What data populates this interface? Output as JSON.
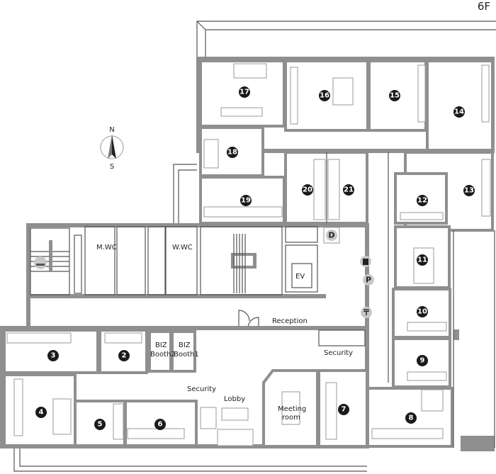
{
  "floor_label": "6F",
  "compass": {
    "north": "N",
    "south": "S"
  },
  "rooms": {
    "r17": "17",
    "r16": "16",
    "r15": "15",
    "r14": "14",
    "r18": "18",
    "r20": "20",
    "r21": "21",
    "r19": "19",
    "r12": "12",
    "r13": "13",
    "r11": "11",
    "r10": "10",
    "r9": "9",
    "r8": "8",
    "r7": "7",
    "r3": "3",
    "r2": "2",
    "r4": "4",
    "r5": "5",
    "r6": "6"
  },
  "labels": {
    "mwc": "M.WC",
    "wwc": "W.WC",
    "ev": "EV",
    "reception": "Reception",
    "security1": "Security",
    "security2": "Security",
    "lobby": "Lobby",
    "meeting_1": "Meeting",
    "meeting_2": "room",
    "biz2_1": "BIZ",
    "biz2_2": "Booth2",
    "biz1_1": "BIZ",
    "biz1_2": "Booth1"
  },
  "icons": {
    "d": "D",
    "p": "P",
    "post": "〒"
  }
}
